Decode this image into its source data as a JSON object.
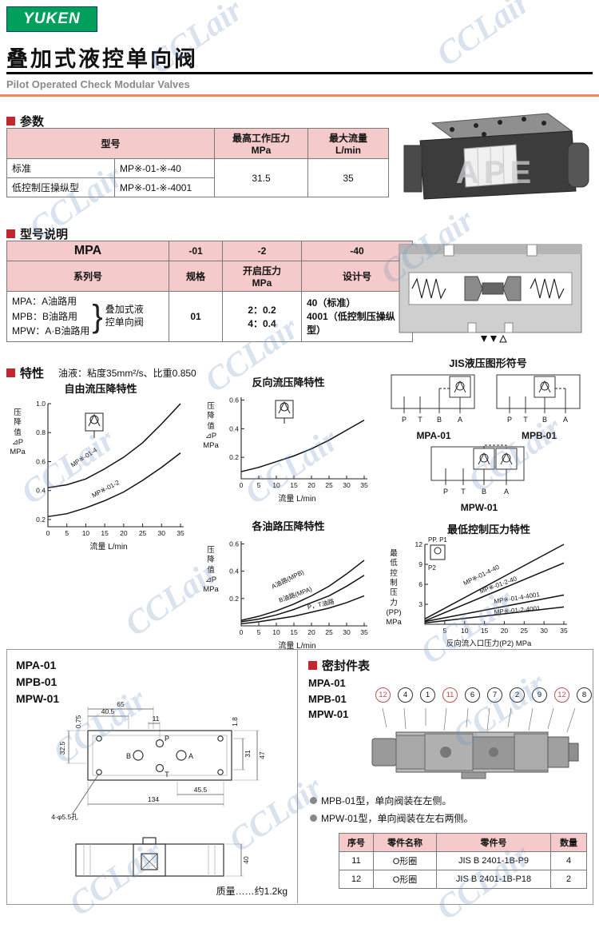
{
  "watermark_text": "CCLair",
  "header": {
    "logo_text": "YUKEN",
    "title": "叠加式液控单向阀",
    "subtitle": "Pilot Operated Check Modular Valves"
  },
  "params": {
    "section_title": "参数",
    "col_model": "型号",
    "col_pressure_line1": "最高工作压力",
    "col_pressure_line2": "MPa",
    "col_flow_line1": "最大流量",
    "col_flow_line2": "L/min",
    "row1_name": "标准",
    "row1_model": "MP※-01-※-40",
    "row2_name": "低控制压操纵型",
    "row2_model": "MP※-01-※-4001",
    "pressure_value": "31.5",
    "flow_value": "35"
  },
  "model_code": {
    "section_title": "型号说明",
    "h_series": "MPA",
    "h_size": "-01",
    "h_crack": "-2",
    "h_design": "-40",
    "l_series": "系列号",
    "l_size": "规格",
    "l_crack1": "开启压力",
    "l_crack2": "MPa",
    "l_design": "设计号",
    "series_lines": [
      "MPA：A油路用",
      "MPB：B油路用",
      "MPW：A·B油路用"
    ],
    "series_note": "叠加式液控单向阀",
    "size_value": "01",
    "crack_lines": [
      "2：0.2",
      "4：0.4"
    ],
    "design_lines": [
      "40（标准）",
      "4001（低控制压操纵型）"
    ]
  },
  "features": {
    "section_title": "特性",
    "fluid_note": "油液：粘度35mm²/s、比重0.850"
  },
  "jis": {
    "title": "JIS液压图形符号",
    "labels": [
      "MPA-01",
      "MPB-01",
      "MPW-01"
    ],
    "ports": [
      "P",
      "T",
      "B",
      "A"
    ]
  },
  "product_photo": {
    "stamp": "APE"
  },
  "chart_data": [
    {
      "type": "line",
      "title": "自由流压降特性",
      "xlabel": "流量  L/min",
      "ylabel_cn": "压降值",
      "ylabel_sym": "⊿P",
      "ylabel_unit": "MPa",
      "xlim": [
        0,
        35
      ],
      "ylim": [
        0.15,
        1.0
      ],
      "x_ticks": [
        "0",
        "5",
        "10",
        "15",
        "20",
        "25",
        "30",
        "35"
      ],
      "y_ticks": [
        "0.2",
        "0.4",
        "0.6",
        "0.8",
        "1.0"
      ],
      "series": [
        {
          "name": "MP※-01-4",
          "x": [
            0,
            5,
            10,
            15,
            20,
            25,
            30,
            35
          ],
          "y": [
            0.42,
            0.44,
            0.48,
            0.55,
            0.63,
            0.73,
            0.86,
            1.0
          ],
          "label_at": [
            6.5,
            0.56,
            -33
          ]
        },
        {
          "name": "MP※-01-2",
          "x": [
            0,
            5,
            10,
            15,
            20,
            25,
            30,
            35
          ],
          "y": [
            0.22,
            0.24,
            0.28,
            0.33,
            0.39,
            0.47,
            0.56,
            0.66
          ],
          "label_at": [
            12,
            0.35,
            -28
          ]
        }
      ]
    },
    {
      "type": "line",
      "title": "反向流压降特性",
      "xlabel": "流量  L/min",
      "ylabel_cn": "压降值",
      "ylabel_sym": "⊿P",
      "ylabel_unit": "MPa",
      "xlim": [
        0,
        35
      ],
      "ylim": [
        0.05,
        0.62
      ],
      "x_ticks": [
        "0",
        "5",
        "10",
        "15",
        "20",
        "25",
        "30",
        "35"
      ],
      "y_ticks": [
        "0.2",
        "0.4",
        "0.6"
      ],
      "series": [
        {
          "name": "",
          "x": [
            0,
            5,
            10,
            15,
            20,
            25,
            30,
            35
          ],
          "y": [
            0.1,
            0.13,
            0.17,
            0.21,
            0.26,
            0.32,
            0.39,
            0.46
          ]
        }
      ]
    },
    {
      "type": "line",
      "title": "各油路压降特性",
      "xlabel": "流量  L/min",
      "ylabel_cn": "压降值",
      "ylabel_sym": "⊿P",
      "ylabel_unit": "MPa",
      "xlim": [
        0,
        35
      ],
      "ylim": [
        0,
        0.62
      ],
      "x_ticks": [
        "0",
        "5",
        "10",
        "15",
        "20",
        "25",
        "30",
        "35"
      ],
      "y_ticks": [
        "0.2",
        "0.4",
        "0.6"
      ],
      "series": [
        {
          "name": "A油路(MPB)",
          "x": [
            0,
            5,
            10,
            15,
            20,
            25,
            30,
            35
          ],
          "y": [
            0.04,
            0.07,
            0.11,
            0.16,
            0.22,
            0.29,
            0.38,
            0.48
          ],
          "label_at": [
            9,
            0.27,
            -26
          ]
        },
        {
          "name": "B油路(MPA)",
          "x": [
            0,
            5,
            10,
            15,
            20,
            25,
            30,
            35
          ],
          "y": [
            0.03,
            0.05,
            0.08,
            0.12,
            0.17,
            0.22,
            0.29,
            0.37
          ],
          "label_at": [
            11,
            0.17,
            -20
          ]
        },
        {
          "name": "P，T油路",
          "x": [
            0,
            5,
            10,
            15,
            20,
            25,
            30,
            35
          ],
          "y": [
            0.015,
            0.03,
            0.05,
            0.07,
            0.1,
            0.13,
            0.17,
            0.22
          ],
          "label_at": [
            19,
            0.12,
            -13
          ]
        }
      ]
    },
    {
      "type": "line",
      "title": "最低控制压力特性",
      "xlabel": "反向流入口压力(P2) MPa",
      "ylabel_cn": "最低控制压力",
      "ylabel_sym": "(PP)",
      "ylabel_unit": "MPa",
      "xlim": [
        0,
        35
      ],
      "ylim": [
        0,
        12
      ],
      "x_ticks": [
        "5",
        "10",
        "15",
        "20",
        "25",
        "30",
        "35"
      ],
      "y_ticks": [
        "3",
        "6",
        "9",
        "12"
      ],
      "annotations": [
        "PP. P1",
        "P2"
      ],
      "series": [
        {
          "name": "MP※-01-4-40",
          "x": [
            0,
            35
          ],
          "y": [
            0.8,
            12
          ],
          "label_at": [
            10,
            5.8,
            -26
          ]
        },
        {
          "name": "MP※-01-2-40",
          "x": [
            0,
            35
          ],
          "y": [
            0.5,
            9.2
          ],
          "label_at": [
            14,
            4.6,
            -20
          ]
        },
        {
          "name": "MP※-01-4-4001",
          "x": [
            0,
            35
          ],
          "y": [
            0.4,
            4.4
          ],
          "label_at": [
            17.5,
            3.1,
            -9
          ]
        },
        {
          "name": "MP※-01-2-4001",
          "x": [
            0,
            35
          ],
          "y": [
            0.2,
            2.6
          ],
          "label_at": [
            17.5,
            1.5,
            -5
          ]
        }
      ]
    }
  ],
  "dims": {
    "models": [
      "MPA-01",
      "MPB-01",
      "MPW-01"
    ],
    "top": {
      "d65": "65",
      "d405": "40.5",
      "d11": "11",
      "d075": "0.75",
      "d18": "1.8",
      "d325": "32.5",
      "d31": "31",
      "d47": "47",
      "d134": "134",
      "d455": "45.5",
      "holes": "4-φ5.5孔",
      "port_p": "P",
      "port_b": "B",
      "port_a": "A",
      "port_t": "T"
    },
    "side": {
      "d40": "40"
    },
    "weight": "质量……约1.2kg"
  },
  "seals": {
    "section_title": "密封件表",
    "models": [
      "MPA-01",
      "MPB-01",
      "MPW-01"
    ],
    "balloons": [
      "12",
      "4",
      "1",
      "11",
      "6",
      "7",
      "2",
      "9",
      "12",
      "8"
    ],
    "notes": [
      "MPB-01型，单向阀装在左侧。",
      "MPW-01型，单向阀装在左右两侧。"
    ],
    "table_headers": [
      "序号",
      "零件名称",
      "零件号",
      "数量"
    ],
    "table_rows": [
      [
        "11",
        "O形圈",
        "JIS B 2401-1B-P9",
        "4"
      ],
      [
        "12",
        "O形圈",
        "JIS B 2401-1B-P18",
        "2"
      ]
    ]
  },
  "colors": {
    "brand_green": "#00a05c",
    "accent_orange": "#f08a5c",
    "section_red": "#c1272d",
    "table_header_pink": "#f4caca",
    "balloon_red": "#c0504d"
  }
}
